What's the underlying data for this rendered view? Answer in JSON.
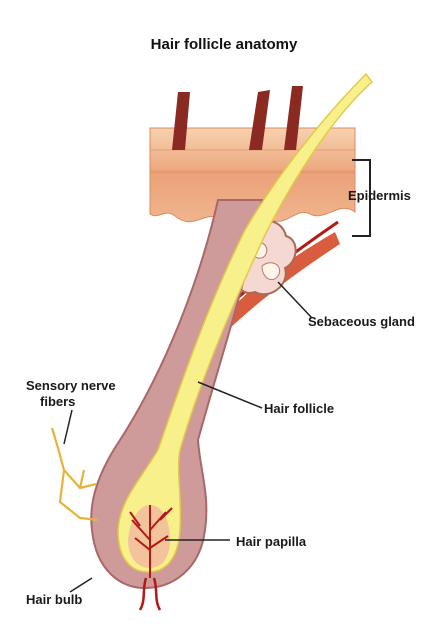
{
  "title": "Hair follicle anatomy",
  "labels": {
    "epidermis": "Epidermis",
    "sebaceous_gland": "Sebaceous gland",
    "sensory_nerve_line1": "Sensory nerve",
    "sensory_nerve_line2": "fibers",
    "hair_follicle": "Hair follicle",
    "hair_papilla": "Hair papilla",
    "hair_bulb": "Hair bulb"
  },
  "colors": {
    "skin_light": "#f4c9a3",
    "skin_mid": "#e79a6d",
    "skin_dark": "#c85a3a",
    "hair_shaft": "#f8f08a",
    "follicle_sheath": "#c99090",
    "blood": "#c01818",
    "nerve": "#e8b23a",
    "hair_stub": "#8a2a22"
  }
}
